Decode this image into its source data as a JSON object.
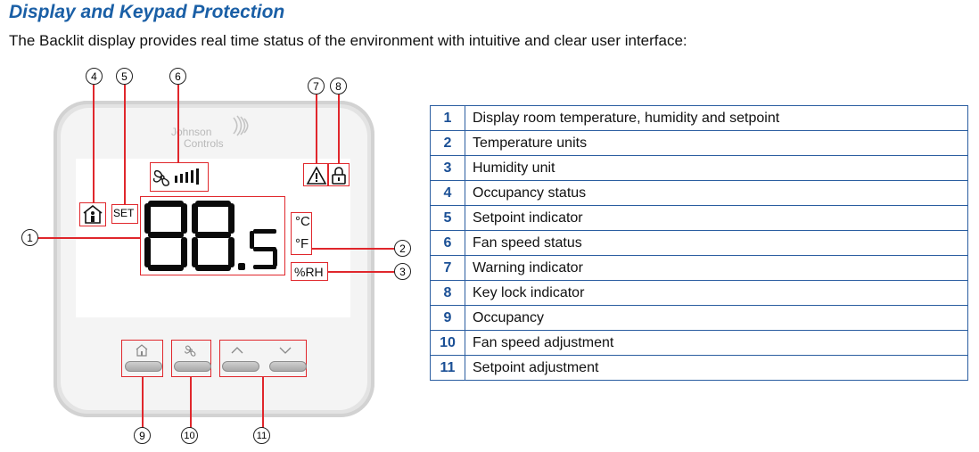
{
  "header": {
    "title": "Display and Keypad Protection",
    "subtitle": "The Backlit display provides real time status of the environment with intuitive and clear user interface:"
  },
  "device": {
    "brand_line1": "Johnson",
    "brand_line2": "Controls",
    "display_digits": "88.5",
    "unit_c": "°C",
    "unit_f": "°F",
    "unit_rh": "%RH",
    "setpoint_label": "SET",
    "callouts": [
      "1",
      "2",
      "3",
      "4",
      "5",
      "6",
      "7",
      "8",
      "9",
      "10",
      "11"
    ],
    "icons": [
      "occupancy-icon",
      "fan-icon",
      "warning-icon",
      "lock-icon",
      "home-button-icon",
      "fan-button-icon",
      "up-arrow-icon",
      "down-arrow-icon"
    ]
  },
  "legend": [
    {
      "num": "1",
      "text": "Display room temperature, humidity and setpoint"
    },
    {
      "num": "2",
      "text": "Temperature units"
    },
    {
      "num": "3",
      "text": "Humidity unit"
    },
    {
      "num": "4",
      "text": "Occupancy status"
    },
    {
      "num": "5",
      "text": "Setpoint indicator"
    },
    {
      "num": "6",
      "text": "Fan speed status"
    },
    {
      "num": "7",
      "text": "Warning indicator"
    },
    {
      "num": "8",
      "text": "Key lock indicator"
    },
    {
      "num": "9",
      "text": "Occupancy"
    },
    {
      "num": "10",
      "text": "Fan speed adjustment"
    },
    {
      "num": "11",
      "text": "Setpoint adjustment"
    }
  ],
  "colors": {
    "title": "#1a5fa6",
    "callout_box": "#e0272c",
    "table_border": "#2a5da0"
  }
}
